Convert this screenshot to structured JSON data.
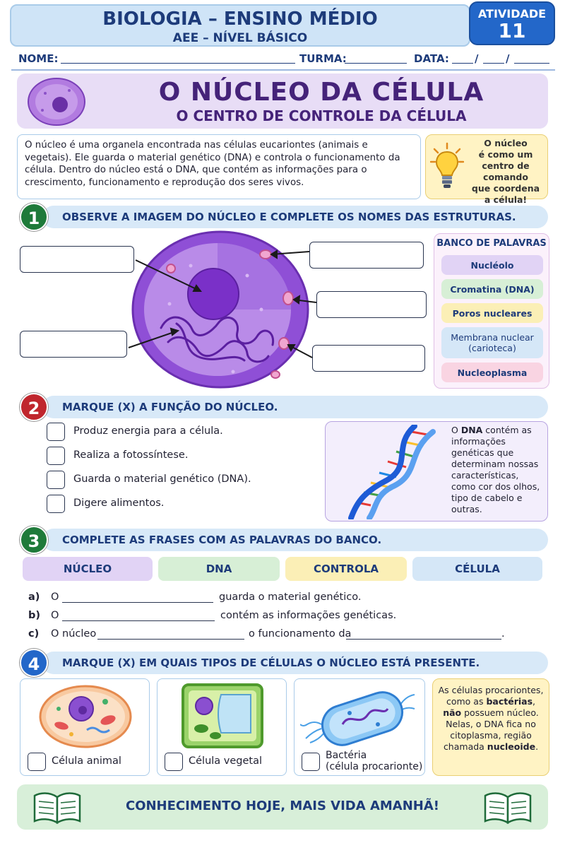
{
  "header": {
    "title": "BIOLOGIA – ENSINO MÉDIO",
    "subtitle": "AEE – NÍVEL BÁSICO",
    "activity_label": "ATIVIDADE",
    "activity_number": "11"
  },
  "student_line": {
    "name_label": "NOME:",
    "class_label": "TURMA:",
    "date_label": "DATA:",
    "date_sep1": "/",
    "date_sep2": "/"
  },
  "title": {
    "main": "O NÚCLEO DA CÉLULA",
    "sub": "O CENTRO DE CONTROLE DA CÉLULA"
  },
  "intro": {
    "text": "O núcleo é uma organela encontrada nas células eucariontes (animais e vegetais). Ele guarda o material genético (DNA) e controla o funcionamento da célula. Dentro do núcleo está o DNA, que contém as informações para o crescimento, funcionamento e reprodução dos seres vivos."
  },
  "tip": {
    "lines": [
      "O núcleo",
      "é como um",
      "centro de comando",
      "que coordena",
      "a célula!"
    ]
  },
  "section1": {
    "number": "1",
    "instruction": "OBSERVE A IMAGEM DO NÚCLEO E COMPLETE OS NOMES DAS ESTRUTURAS.",
    "word_bank_title": "BANCO DE PALAVRAS",
    "word_bank": [
      "Nucléolo",
      "Cromatina (DNA)",
      "Poros nucleares",
      "Membrana nuclear (carioteca)",
      "Nucleoplasma"
    ]
  },
  "section2": {
    "number": "2",
    "instruction": "MARQUE (X) A FUNÇÃO DO NÚCLEO.",
    "options": [
      "Produz energia para a célula.",
      "Realiza a fotossíntese.",
      "Guarda o material genético (DNA).",
      "Digere alimentos."
    ],
    "dna_fact": {
      "prefix": "O ",
      "bold": "DNA",
      "rest": " contém as informações genéticas que determinam nossas características, como cor dos olhos, tipo de cabelo e outras."
    }
  },
  "section3": {
    "number": "3",
    "instruction": "COMPLETE AS FRASES COM AS PALAVRAS DO BANCO.",
    "words": [
      "NÚCLEO",
      "DNA",
      "CONTROLA",
      "CÉLULA"
    ],
    "sentences": {
      "a_letter": "a)",
      "a_start": "O",
      "a_end": "guarda o material genético.",
      "b_letter": "b)",
      "b_start": "O",
      "b_end": "contém as informações genéticas.",
      "c_letter": "c)",
      "c_start": "O núcleo",
      "c_mid": "o funcionamento da",
      "c_end": "."
    }
  },
  "section4": {
    "number": "4",
    "instruction": "MARQUE (X) EM QUAIS TIPOS DE CÉLULAS O NÚCLEO ESTÁ PRESENTE.",
    "cards": [
      "Célula animal",
      "Célula vegetal",
      "Bactéria",
      "(célula procarionte)"
    ],
    "note": {
      "p1": "As células procariontes, como as ",
      "b1": "bactérias",
      "p2": ", ",
      "b2": "não",
      "p3": " possuem núcleo. Nelas, o DNA fica no citoplasma, região chamada ",
      "b3": "nucleoide",
      "p4": "."
    }
  },
  "footer": {
    "text": "CONHECIMENTO HOJE, MAIS VIDA AMANHÃ!"
  },
  "colors": {
    "primary_blue": "#1d3b7a",
    "activity_blue": "#2367c9",
    "purple": "#452379",
    "num1": "#1f7a3a",
    "num2": "#c0262d",
    "num3": "#1f7a3a",
    "num4": "#2367c9"
  }
}
